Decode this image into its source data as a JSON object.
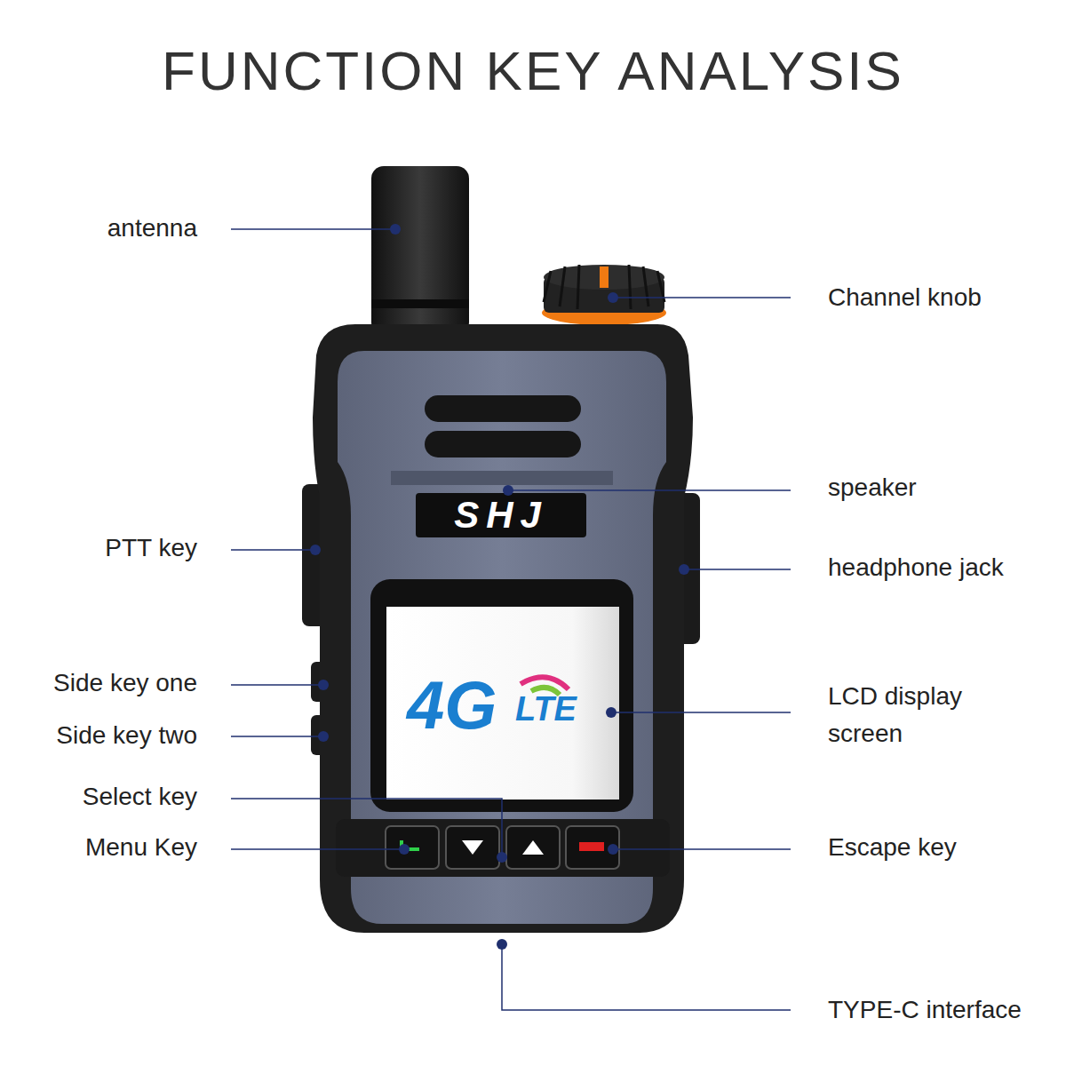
{
  "diagram": {
    "title": "FUNCTION KEY ANALYSIS",
    "labels": [
      "antenna",
      "Channel knob",
      "speaker",
      "PTT key",
      "headphone jack",
      "Side key one",
      "LCD display screen",
      "Side key two",
      "Select key",
      "Menu Key",
      "Escape key",
      "TYPE-C interface",
      "SHJ",
      "4G",
      "LTE"
    ]
  }
}
